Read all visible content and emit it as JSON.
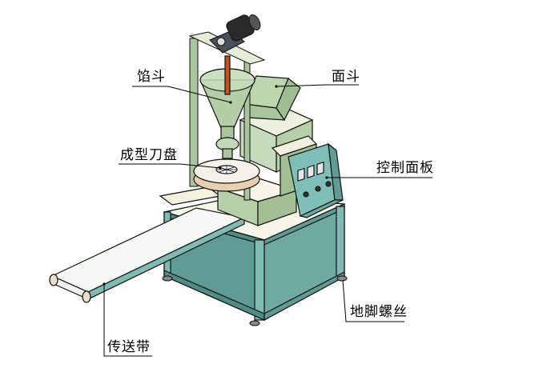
{
  "diagram": {
    "type": "machine-assembly-callout",
    "colors": {
      "frame_teal": "#6aa8a0",
      "frame_teal_dark": "#4f8c85",
      "panel_teal": "#7fbfb8",
      "hopper_green": "#b9d4ad",
      "hopper_green_dark": "#93b286",
      "table_top": "#f7f6e8",
      "motor_dark": "#2a2a2a",
      "shaft_orange": "#c4521e",
      "line": "#000000"
    },
    "labels": [
      {
        "id": "filling-hopper",
        "text": "馅斗"
      },
      {
        "id": "dough-hopper",
        "text": "面斗"
      },
      {
        "id": "forming-cutter-disc",
        "text": "成型刀盘"
      },
      {
        "id": "control-panel",
        "text": "控制面板"
      },
      {
        "id": "leveling-feet",
        "text": "地脚螺丝"
      },
      {
        "id": "conveyor-belt",
        "text": "传送带"
      }
    ]
  }
}
